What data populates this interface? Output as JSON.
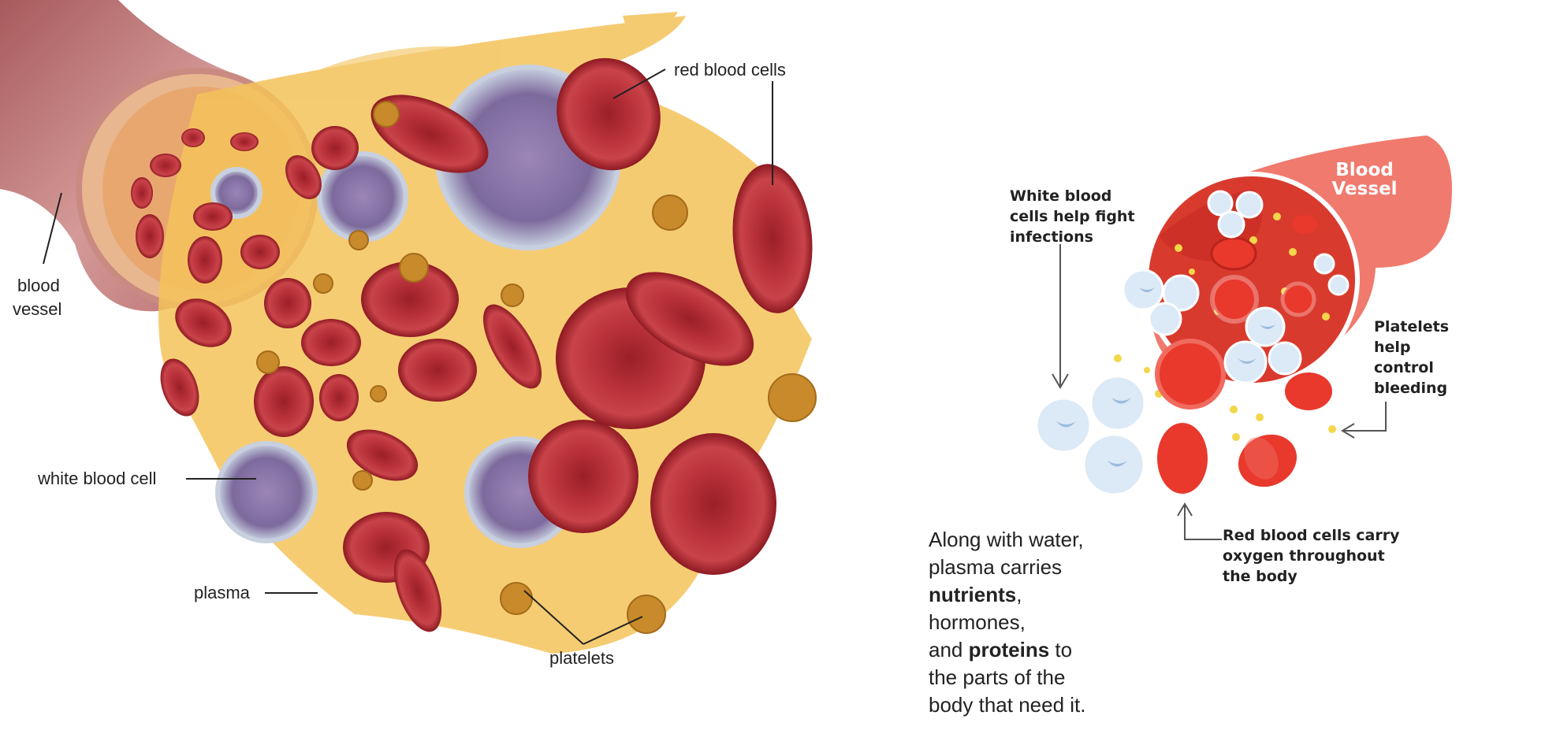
{
  "left_diagram": {
    "labels": {
      "red_blood_cells": "red blood cells",
      "blood_vessel_line1": "blood",
      "blood_vessel_line2": "vessel",
      "white_blood_cell": "white blood cell",
      "plasma": "plasma",
      "platelets": "platelets"
    }
  },
  "right_diagram": {
    "vessel_title_line1": "Blood",
    "vessel_title_line2": "Vessel",
    "white_cells_label": [
      "White blood",
      "cells help fight",
      "infections"
    ],
    "platelets_label": [
      "Platelets",
      "help",
      "control",
      "bleeding"
    ],
    "red_cells_label": [
      "Red blood cells carry",
      "oxygen throughout",
      "the body"
    ]
  },
  "paragraph": {
    "l1": "Along with water,",
    "l2": "plasma carries",
    "nutrients": "nutrients",
    "comma": ",",
    "l4": "hormones,",
    "and": "and ",
    "proteins": "proteins",
    "to": " to",
    "l6": "the parts of the",
    "l7": "body that need it."
  },
  "colors": {
    "rbc_dark": "#8e1a22",
    "rbc_light": "#c8373d",
    "plasma": "#f4c35a",
    "vessel": "#c8797a",
    "wbc": "#8a78a8",
    "platelet": "#c88a2a",
    "cartoon_vessel": "#f07a6e",
    "cartoon_red": "#e8392c",
    "cartoon_wbc": "#dce9f6",
    "cartoon_platelet": "#f3d64a"
  }
}
